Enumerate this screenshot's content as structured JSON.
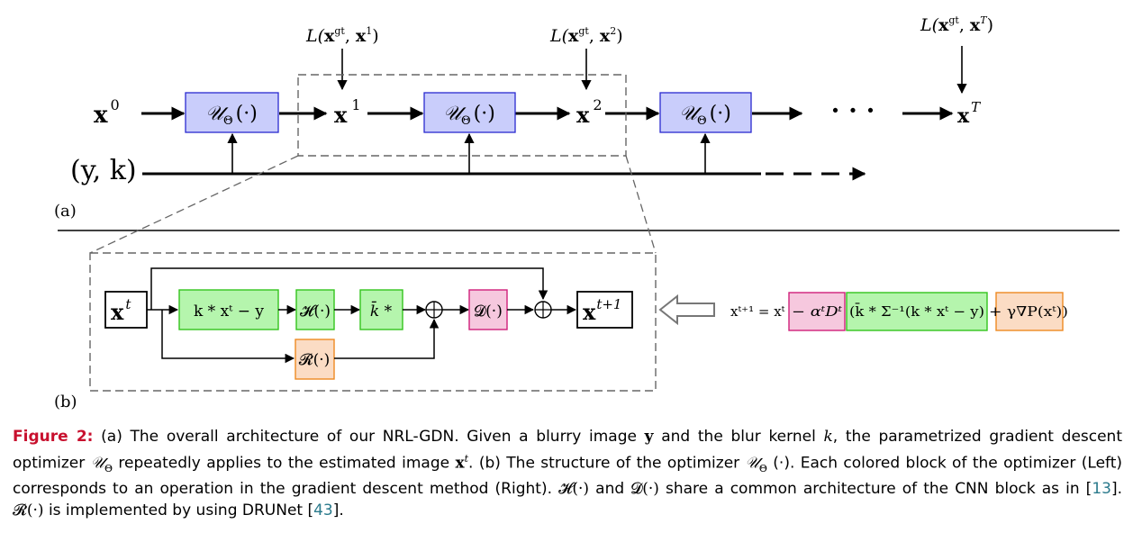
{
  "diagram": {
    "panel_a": {
      "label": "(a)",
      "start_node": "x",
      "start_sup": "0",
      "optimizer_label": "𝒰",
      "optimizer_sub": "Θ",
      "optimizer_arg": "(·)",
      "intermediate_nodes": [
        {
          "base": "x",
          "sup": "1"
        },
        {
          "base": "x",
          "sup": "2"
        }
      ],
      "final_node": {
        "base": "x",
        "sup": "T"
      },
      "ellipsis": "·   ·   ·",
      "input_label": "(y, k)",
      "losses": [
        {
          "prefix": "L(",
          "base": "x",
          "gt": "gt",
          "sep": ", ",
          "target_base": "x",
          "target_sup": "1",
          "suffix": ")"
        },
        {
          "prefix": "L(",
          "base": "x",
          "gt": "gt",
          "sep": ", ",
          "target_base": "x",
          "target_sup": "2",
          "suffix": ")"
        },
        {
          "prefix": "L(",
          "base": "x",
          "gt": "gt",
          "sep": ", ",
          "target_base": "x",
          "target_sup": "T",
          "suffix": ")"
        }
      ]
    },
    "panel_b": {
      "label": "(b)",
      "input_node": {
        "base": "x",
        "sup": "t"
      },
      "output_node": {
        "base": "x",
        "sup": "t+1"
      },
      "blocks": {
        "residual": "k * xᵗ − y",
        "h": "𝓗(·)",
        "kbar": "k̄ *",
        "d": "𝓓(·)",
        "r": "𝓡(·)"
      },
      "sum_symbol": "⊕"
    },
    "equation": {
      "lhs": "xᵗ⁺¹ = xᵗ",
      "pink": "− αᵗDᵗ",
      "green": "(k̄ * Σ⁻¹(k * xᵗ − y)",
      "orange": "+ γ∇P(xᵗ))"
    }
  },
  "caption": {
    "label": "Figure 2:",
    "parts": [
      " (a) The overall architecture of our NRL-GDN. Given a blurry image ",
      "y",
      " and the blur kernel ",
      "k",
      ", the parametrized gradient descent optimizer ",
      "𝒰",
      "Θ",
      " repeatedly applies to the estimated image ",
      "x",
      "t",
      ". (b) The structure of the optimizer ",
      "𝒰",
      "Θ",
      " (·). Each colored block of the optimizer (Left) corresponds to an operation in the gradient descent method (Right). ",
      "𝓗(·)",
      " and ",
      "𝓓(·)",
      " share a common architecture of the CNN block as in [",
      "13",
      "]. ",
      "𝓡(·)",
      " is implemented by using DRUNet [",
      "43",
      "]."
    ]
  },
  "colors": {
    "optimizer_fill": "#c9cdfb",
    "optimizer_stroke": "#2a2ad0",
    "green_fill": "#b5f5ad",
    "green_stroke": "#33c41c",
    "pink_fill": "#f6c8de",
    "pink_stroke": "#d0207a",
    "orange_fill": "#fbdcc4",
    "orange_stroke": "#ee8a22",
    "caption_label": "#c8102e",
    "citation": "#2a7a8c"
  },
  "icons": [
    "arrow-right-icon",
    "hollow-arrow-left-icon",
    "sum-node-icon"
  ]
}
